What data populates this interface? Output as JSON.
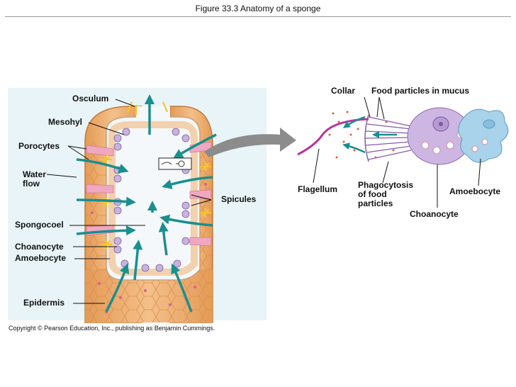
{
  "header": {
    "figure_title": "Figure 33.3  Anatomy of a sponge"
  },
  "left_panel": {
    "background": "#e9f4f8",
    "labels": {
      "osculum": "Osculum",
      "mesohyl": "Mesohyl",
      "porocytes": "Porocytes",
      "water_flow": "Water\nflow",
      "spicules": "Spicules",
      "spongocoel": "Spongocoel",
      "choanocyte": "Choanocyte",
      "amoebocyte": "Amoebocyte",
      "epidermis": "Epidermis"
    }
  },
  "right_panel": {
    "labels": {
      "collar": "Collar",
      "food_particles": "Food particles in mucus",
      "flagellum": "Flagellum",
      "phagocytosis": "Phagocytosis\nof food\nparticles",
      "amoebocyte": "Amoebocyte",
      "choanocyte": "Choanocyte"
    }
  },
  "footer": {
    "copyright": "Copyright © Pearson Education, Inc., publishing as Benjamin Cummings."
  },
  "colors": {
    "water_arrow": "#1a8f8f",
    "sponge_body": "#e8a868",
    "sponge_outline": "#c07a3a",
    "choanocyte_cell": "#c9b2de",
    "amoebocyte_cell": "#a9d3ea",
    "spicule": "#f4c430",
    "pore_pink": "#f0a8c0",
    "connector_arrow": "#8c8c8c"
  }
}
